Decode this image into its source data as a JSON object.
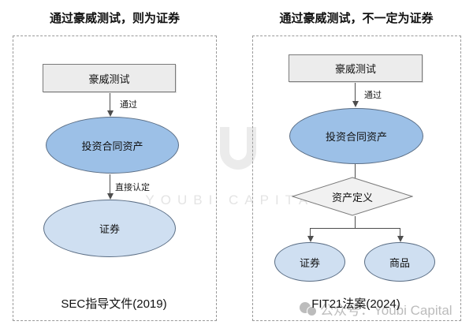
{
  "colors": {
    "rect-fill": "#ececec",
    "diamond-fill": "#f1f1f1",
    "blue-dark": "#9cc0e7",
    "blue-light": "#cfdff1",
    "node-border": "#7a7a7a",
    "ellipse-border": "#5a6d84",
    "frame-dash": "#999999",
    "line": "#4d4d4d",
    "wm-logo": "#ebebeb",
    "wm-text": "#e4e4e4",
    "wm-footer": "#bcbcbc"
  },
  "watermark": {
    "center_text": "YOUBI CAPITAL",
    "footer_text": "公众号：Youbi Capital",
    "logo_icon": "youbi-u-logo",
    "footer_icon": "wechat-official-account-icon"
  },
  "left_panel": {
    "title": "通过豪威测试，则为证券",
    "test_node": "豪威测试",
    "pass_label": "通过",
    "contract_node": "投资合同资产",
    "direct_label": "直接认定",
    "security_node": "证券",
    "caption": "SEC指导文件(2019)"
  },
  "right_panel": {
    "title": "通过豪威测试，不一定为证券",
    "test_node": "豪威测试",
    "pass_label": "通过",
    "contract_node": "投资合同资产",
    "decision_node": "资产定义",
    "security_node": "证券",
    "commodity_node": "商品",
    "caption": "FIT21法案(2024)"
  }
}
